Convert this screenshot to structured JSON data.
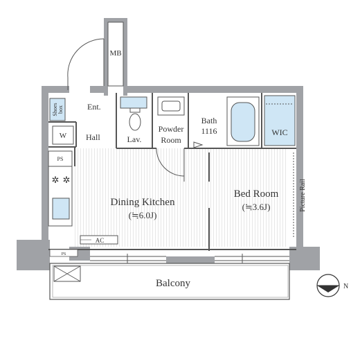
{
  "rooms": {
    "mb": "MB",
    "shoes_line1": "Shoes",
    "shoes_line2": "box",
    "entrance": "Ent.",
    "washer": "W",
    "hall": "Hall",
    "lavatory": "Lav.",
    "powder_line1": "Powder",
    "powder_line2": "Room",
    "bath_line1": "Bath",
    "bath_line2": "1116",
    "wic": "WIC",
    "ps_upper": "PS",
    "ps_lower": "PS",
    "dining_name": "Dining Kitchen",
    "dining_size": "(≒6.0J)",
    "bed_name": "Bed Room",
    "bed_size": "(≒3.6J)",
    "picture_rail": "Picture Rail",
    "ac": "AC",
    "balcony": "Balcony"
  },
  "compass": {
    "label": "N"
  },
  "colors": {
    "wall": "#a0a2a6",
    "fixture_blue": "#cfe6f5",
    "line": "#555555",
    "floor_line": "#d8d8d8"
  }
}
